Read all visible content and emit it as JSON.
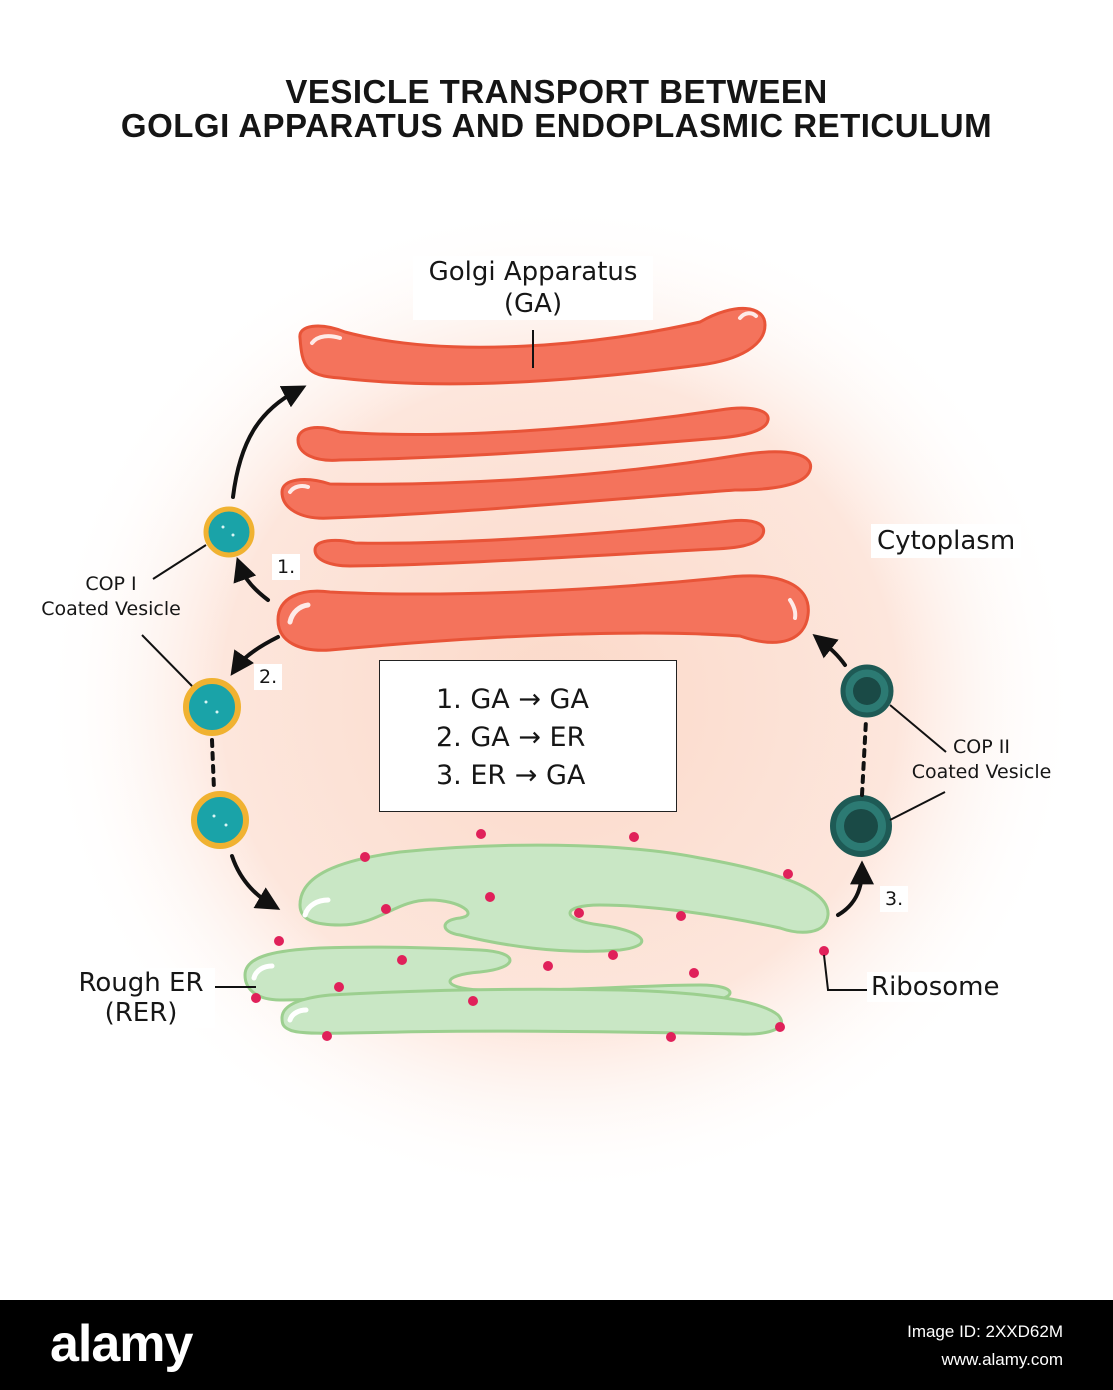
{
  "title": {
    "line1": "VESICLE TRANSPORT BETWEEN",
    "line2": "GOLGI APPARATUS AND ENDOPLASMIC RETICULUM"
  },
  "labels": {
    "golgi_line1": "Golgi Apparatus",
    "golgi_line2": "(GA)",
    "cytoplasm": "Cytoplasm",
    "cop1_line1": "COP I",
    "cop1_line2": "Coated Vesicle",
    "cop2_line1": "COP II",
    "cop2_line2": "Coated Vesicle",
    "rer_line1": "Rough ER",
    "rer_line2": "(RER)",
    "ribosome": "Ribosome"
  },
  "steps": {
    "s1": "1.",
    "s2": "2.",
    "s3": "3."
  },
  "legend": [
    "1.  GA → GA",
    "2. GA → ER",
    "3. ER → GA"
  ],
  "colors": {
    "golgi": "#f26a52",
    "er": "#c8e6c4",
    "cop1_coat": "#f0b231",
    "cop1_core": "#1aa3a8",
    "cop2_core": "#1e5a55",
    "ribosome": "#e0215a"
  },
  "footer": {
    "logo": "alamy",
    "image_id": "Image ID: 2XXD62M",
    "url": "www.alamy.com"
  }
}
